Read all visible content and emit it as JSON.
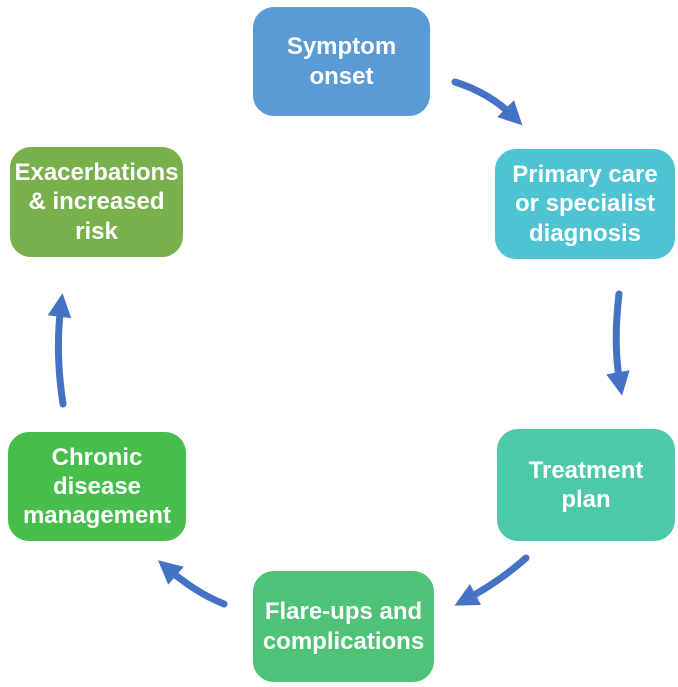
{
  "diagram": {
    "type": "cycle",
    "arrow_color": "#4472C4",
    "nodes": [
      {
        "id": "symptom-onset",
        "label": "Symptom\nonset",
        "color": "#5B9BD5"
      },
      {
        "id": "primary-care-diagnosis",
        "label": "Primary care\nor specialist\ndiagnosis",
        "color": "#4EC3D2"
      },
      {
        "id": "treatment-plan",
        "label": "Treatment\nplan",
        "color": "#4DC8A8"
      },
      {
        "id": "flare-ups-complications",
        "label": "Flare-ups and\ncomplications",
        "color": "#4EC276"
      },
      {
        "id": "chronic-disease-management",
        "label": "Chronic\ndisease\nmanagement",
        "color": "#47BD4B"
      },
      {
        "id": "exacerbations-increased-risk",
        "label": "Exacerbations\n& increased\nrisk",
        "color": "#78B14C"
      }
    ],
    "edges": [
      {
        "from": "symptom-onset",
        "to": "primary-care-diagnosis"
      },
      {
        "from": "primary-care-diagnosis",
        "to": "treatment-plan"
      },
      {
        "from": "treatment-plan",
        "to": "flare-ups-complications"
      },
      {
        "from": "flare-ups-complications",
        "to": "chronic-disease-management"
      },
      {
        "from": "chronic-disease-management",
        "to": "exacerbations-increased-risk"
      }
    ]
  }
}
